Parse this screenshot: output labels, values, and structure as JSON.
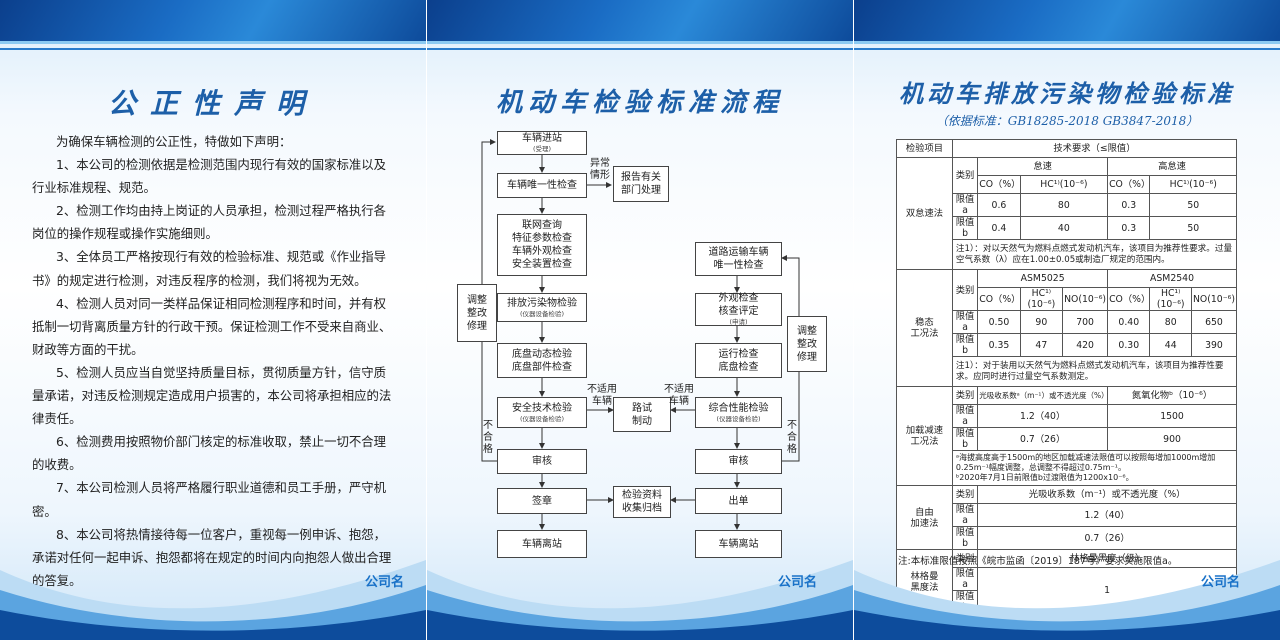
{
  "panel1": {
    "title": "公正性声明",
    "intro": "为确保车辆检测的公正性，特做如下声明：",
    "items": [
      "1、本公司的检测依据是检测范围内现行有效的国家标准以及行业标准规程、规范。",
      "2、检测工作均由持上岗证的人员承担，检测过程严格执行各岗位的操作规程或操作实施细则。",
      "3、全体员工严格按现行有效的检验标准、规范或《作业指导书》的规定进行检测，对违反程序的检测，我们将视为无效。",
      "4、检测人员对同一类样品保证相同检测程序和时间，并有权抵制一切背离质量方针的行政干预。保证检测工作不受来自商业、财政等方面的干扰。",
      "5、检测人员应当自觉坚持质量目标，贯彻质量方针，信守质量承诺，对违反检测规定造成用户损害的，本公司将承担相应的法律责任。",
      "6、检测费用按照物价部门核定的标准收取，禁止一切不合理的收费。",
      "7、本公司检测人员将严格履行职业道德和员工手册，严守机密。",
      "8、本公司将热情接待每一位客户，重视每一例申诉、抱怨，承诺对任何一起申诉、抱怨都将在规定的时间内向抱怨人做出合理的答复。"
    ],
    "company": "公司名"
  },
  "panel2": {
    "title": "机动车检验标准流程",
    "company": "公司名",
    "boxes": {
      "b1": {
        "text": "车辆进站",
        "small": "(受理)"
      },
      "b2": {
        "text": "车辆唯一性检查"
      },
      "b3": {
        "text": "报告有关\n部门处理"
      },
      "b4": {
        "text": "联网查询\n特征参数检查\n车辆外观检查\n安全装置检查"
      },
      "b5": {
        "text": "排放污染物检验",
        "small": "(仪器设备检验)"
      },
      "b6": {
        "text": "底盘动态检验\n底盘部件检查"
      },
      "b7": {
        "text": "安全技术检验",
        "small": "(仪器设备检验)"
      },
      "b8": {
        "text": "审核"
      },
      "b9": {
        "text": "签章"
      },
      "b10": {
        "text": "车辆离站"
      },
      "b11": {
        "text": "调整\n整改\n修理"
      },
      "b12": {
        "text": "路试\n制动"
      },
      "b13": {
        "text": "检验资料\n收集归档"
      },
      "b14": {
        "text": "道路运输车辆\n唯一性检查"
      },
      "b15": {
        "text": "外观检查\n核查评定",
        "small": "(申请)"
      },
      "b16": {
        "text": "运行检查\n底盘检查"
      },
      "b17": {
        "text": "综合性能检验",
        "small": "(仪器设备检验)"
      },
      "b18": {
        "text": "审核"
      },
      "b19": {
        "text": "出单"
      },
      "b20": {
        "text": "车辆离站"
      },
      "b21": {
        "text": "调整\n整改\n修理"
      }
    },
    "labels": {
      "abnormal": "异常\n情形",
      "not_applicable_left": "不适用\n车辆",
      "not_applicable_right": "不适用\n车辆",
      "fail_left": "不\n合\n格",
      "fail_right": "不\n合\n格"
    }
  },
  "panel3": {
    "title": "机动车排放污染物检验标准",
    "subtitle": "（依据标准：GB18285-2018  GB3847-2018）",
    "company": "公司名",
    "footnote": "注:本标准限值按照《皖市监函〔2019〕187号》要求实施限值a。",
    "table": {
      "h_item": "检验项目",
      "h_req": "技术要求（≤限值）",
      "dual": {
        "name": "双怠速法",
        "category": "类别",
        "idle": "怠速",
        "high_idle": "高怠速",
        "co": "CO（%）",
        "hc": "HC¹⁾(10⁻⁶)",
        "rows": [
          {
            "label": "限值a",
            "v": [
              "0.6",
              "80",
              "0.3",
              "50"
            ]
          },
          {
            "label": "限值b",
            "v": [
              "0.4",
              "40",
              "0.3",
              "50"
            ]
          }
        ],
        "note": "注1）：对以天然气为燃料点燃式发动机汽车，该项目为推荐性要求。过量空气系数（λ）应在1.00±0.05或制造厂规定的范围内。"
      },
      "steady": {
        "name": "稳态\n工况法",
        "category": "类别",
        "asm5025": "ASM5025",
        "asm2540": "ASM2540",
        "cols": [
          "CO（%）",
          "HC¹⁾(10⁻⁶)",
          "NO(10⁻⁶)",
          "CO（%）",
          "HC¹⁾(10⁻⁶)",
          "NO(10⁻⁶)"
        ],
        "rows": [
          {
            "label": "限值a",
            "v": [
              "0.50",
              "90",
              "700",
              "0.40",
              "80",
              "650"
            ]
          },
          {
            "label": "限值b",
            "v": [
              "0.35",
              "47",
              "420",
              "0.30",
              "44",
              "390"
            ]
          }
        ],
        "note": "注1）：对于装用以天然气为燃料点燃式发动机汽车，该项目为推荐性要求。应同时进行过量空气系数测定。"
      },
      "lug": {
        "name": "加载减速\n工况法",
        "category": "类别",
        "col1": "光吸收系数ᵃ（m⁻¹）或不透光度（%）",
        "col2": "氮氧化物ᵇ（10⁻⁶）",
        "rows": [
          {
            "label": "限值a",
            "v": [
              "1.2（40）",
              "1500"
            ]
          },
          {
            "label": "限值b",
            "v": [
              "0.7（26）",
              "900"
            ]
          }
        ],
        "note_a": "ᵃ海拔高度高于1500m的地区加载减速法限值可以按照每增加1000m增加0.25m⁻¹幅度调整，总调整不得超过0.75m⁻¹。",
        "note_b": "ᵇ2020年7月1日前限值b过渡限值为1200x10⁻⁶。"
      },
      "free": {
        "name": "自由\n加速法",
        "category": "类别",
        "col": "光吸收系数（m⁻¹）或不透光度（%）",
        "rows": [
          {
            "label": "限值a",
            "v": "1.2（40）"
          },
          {
            "label": "限值b",
            "v": "0.7（26）"
          }
        ]
      },
      "ringelmann": {
        "name": "林格曼\n黑度法",
        "category": "类别",
        "col": "林格曼黑度（级）",
        "rows": [
          {
            "label": "限值a",
            "v": "1"
          },
          {
            "label": "限值b",
            "v": ""
          }
        ]
      }
    }
  }
}
